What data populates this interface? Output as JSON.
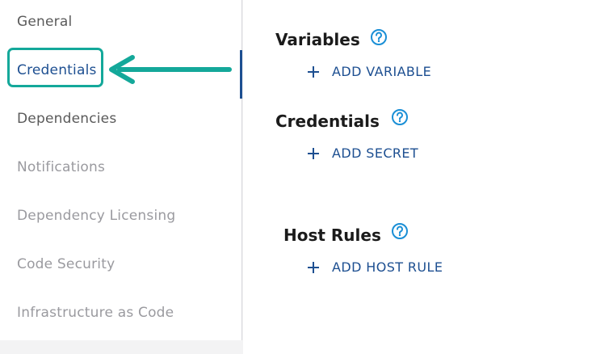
{
  "sidebar": {
    "items": [
      {
        "label": "General",
        "state": "normal"
      },
      {
        "label": "Credentials",
        "state": "active"
      },
      {
        "label": "Dependencies",
        "state": "normal"
      },
      {
        "label": "Notifications",
        "state": "disabled"
      },
      {
        "label": "Dependency Licensing",
        "state": "disabled"
      },
      {
        "label": "Code Security",
        "state": "disabled"
      },
      {
        "label": "Infrastructure as Code",
        "state": "disabled"
      }
    ]
  },
  "sections": {
    "variables": {
      "title": "Variables",
      "action": "ADD VARIABLE",
      "help_icon": "question-circle-icon"
    },
    "credentials": {
      "title": "Credentials",
      "action": "ADD SECRET",
      "help_icon": "question-circle-icon"
    },
    "host_rules": {
      "title": "Host Rules",
      "action": "ADD HOST RULE",
      "help_icon": "question-circle-icon"
    }
  },
  "colors": {
    "accent": "#1d4f91",
    "help_icon": "#1a8fd6",
    "highlight": "#14a89a",
    "text_normal": "#5a5a5a",
    "text_disabled": "#9a9a9f"
  }
}
